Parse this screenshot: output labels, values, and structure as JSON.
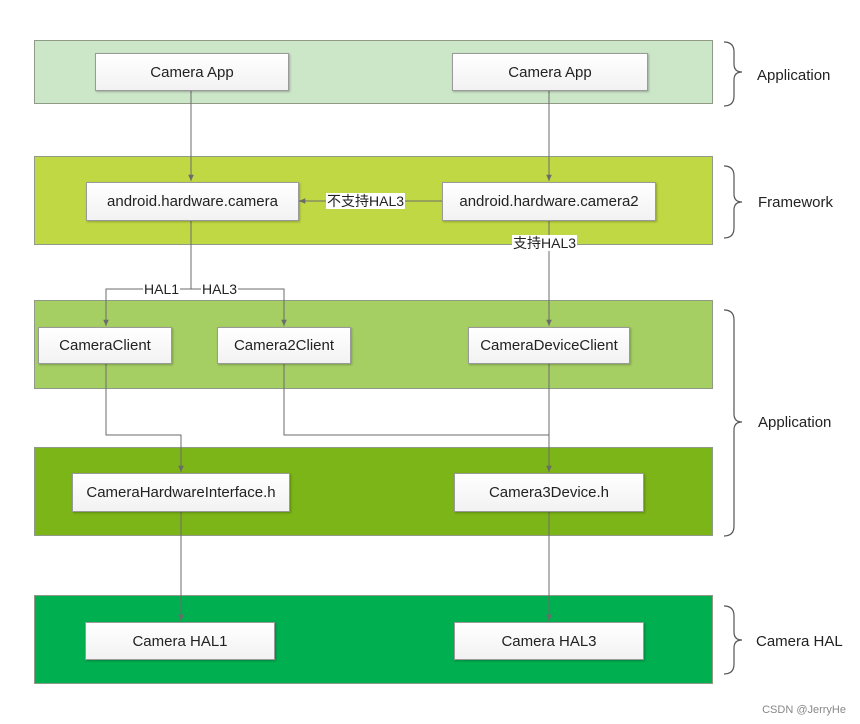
{
  "colors": {
    "layer_app": "#cce6c8",
    "layer_framework": "#bfd843",
    "layer_service": "#a5cf63",
    "layer_interface": "#7cb518",
    "layer_hal": "#00b050",
    "wire": "#6b6b6b"
  },
  "layers": {
    "application_top": "",
    "framework": "",
    "service": "",
    "interface": "",
    "hal": ""
  },
  "nodes": {
    "camera_app_1": "Camera App",
    "camera_app_2": "Camera App",
    "android_hardware_camera": "android.hardware.camera",
    "android_hardware_camera2": "android.hardware.camera2",
    "camera_client": "CameraClient",
    "camera2_client": "Camera2Client",
    "camera_device_client": "CameraDeviceClient",
    "camera_hardware_interface": "CameraHardwareInterface.h",
    "camera3_device": "Camera3Device.h",
    "camera_hal1": "Camera HAL1",
    "camera_hal3": "Camera HAL3"
  },
  "edge_labels": {
    "not_support_hal3": "不支持HAL3",
    "support_hal3": "支持HAL3",
    "hal1": "HAL1",
    "hal3": "HAL3"
  },
  "side_labels": {
    "application_top": "Application",
    "framework": "Framework",
    "application_middle": "Application",
    "camera_hal": "Camera HAL"
  },
  "watermark": "CSDN @JerryHe"
}
